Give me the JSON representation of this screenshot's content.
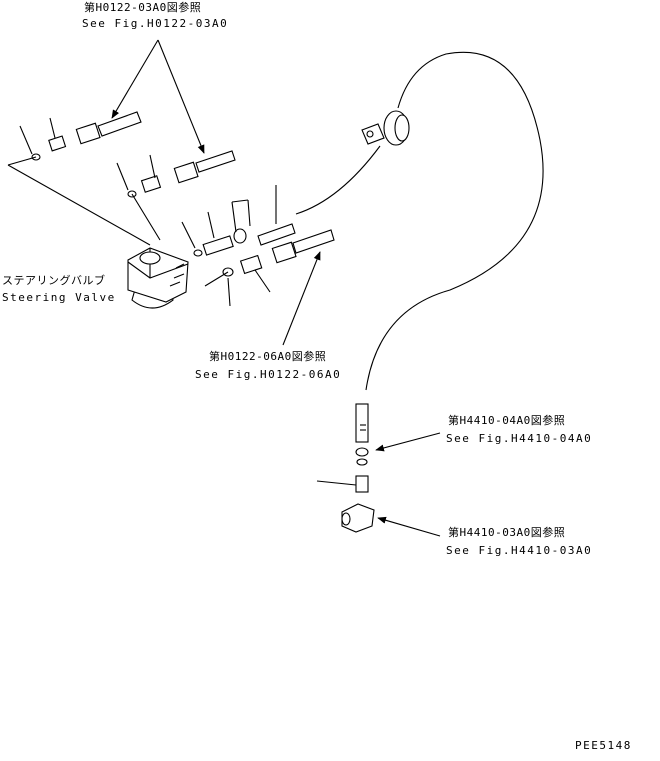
{
  "references": [
    {
      "jp": "第H0122-03A0図参照",
      "en": "See Fig.H0122-03A0"
    },
    {
      "jp": "第H0122-06A0図参照",
      "en": "See Fig.H0122-06A0"
    },
    {
      "jp": "第H4410-04A0図参照",
      "en": "See Fig.H4410-04A0"
    },
    {
      "jp": "第H4410-03A0図参照",
      "en": "See Fig.H4410-03A0"
    }
  ],
  "steering_valve": {
    "jp": "ステアリングバルブ",
    "en": "Steering Valve"
  },
  "drawing_code": "PEE5148"
}
